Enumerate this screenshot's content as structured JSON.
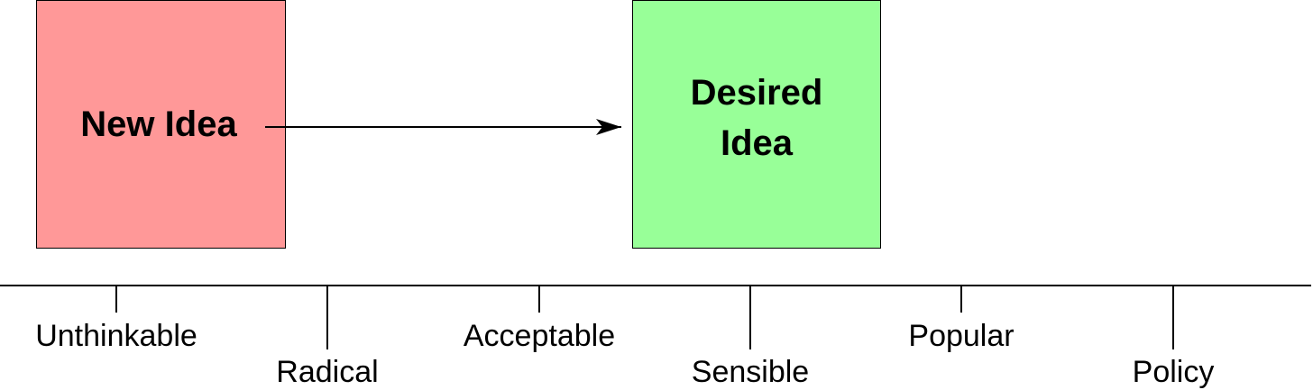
{
  "diagram": {
    "source_box": {
      "label": "New Idea",
      "fill": "#ff9898"
    },
    "target_box": {
      "label": "Desired\nIdea",
      "fill": "#98ff98"
    },
    "scale": {
      "ticks": [
        {
          "label": "Unthinkable"
        },
        {
          "label": "Radical"
        },
        {
          "label": "Acceptable"
        },
        {
          "label": "Sensible"
        },
        {
          "label": "Popular"
        },
        {
          "label": "Policy"
        }
      ]
    }
  }
}
